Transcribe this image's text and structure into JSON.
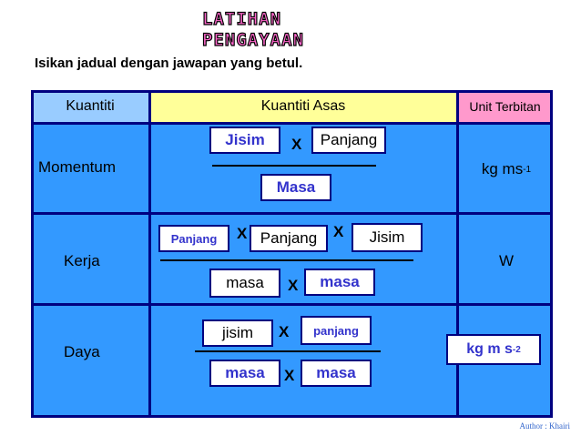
{
  "title": {
    "line1": "LATIHAN",
    "line2": "PENGAYAAN"
  },
  "instruction": "Isikan jadual dengan jawapan yang betul.",
  "table": {
    "headers": [
      "Kuantiti",
      "Kuantiti Asas",
      "Unit Terbitan"
    ],
    "rows": {
      "momentum": {
        "label": "Momentum",
        "num": [
          "Jisim",
          "Panjang"
        ],
        "den": [
          "Masa"
        ],
        "op": "X",
        "unit_base": "kg ms",
        "unit_exp": "-1"
      },
      "kerja": {
        "label": "Kerja",
        "num": [
          "Panjang",
          "Panjang",
          "Jisim"
        ],
        "den": [
          "masa",
          "masa"
        ],
        "op": "X",
        "unit": "W"
      },
      "daya": {
        "label": "Daya",
        "num": [
          "jisim",
          "panjang"
        ],
        "den": [
          "masa",
          "masa"
        ],
        "op": "X",
        "unit_base": "kg m s",
        "unit_exp": "-2"
      }
    }
  },
  "author": "Author : Khairi"
}
